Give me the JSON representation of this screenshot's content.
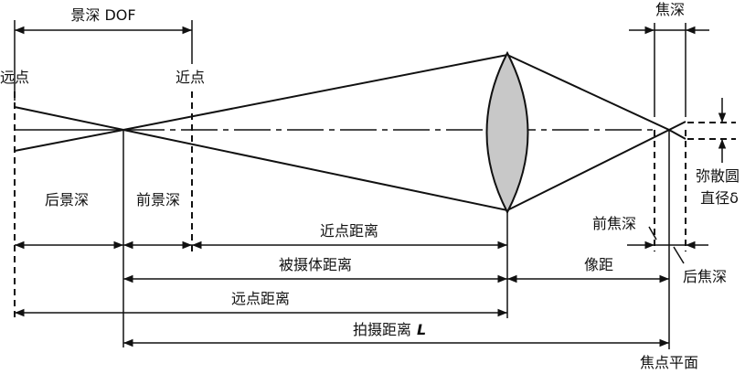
{
  "labels": {
    "dof": "景深 DOF",
    "far_point": "远点",
    "near_point": "近点",
    "focus_depth": "焦深",
    "rear_dof": "后景深",
    "front_dof": "前景深",
    "near_distance": "近点距离",
    "subject_distance": "被摄体距离",
    "image_distance": "像距",
    "far_distance": "远点距离",
    "shooting_distance": "拍摄距离",
    "shooting_distance_symbol": "L",
    "front_focus_depth": "前焦深",
    "rear_focus_depth": "后焦深",
    "coc_line1": "弥散圆",
    "coc_line2": "直径δ",
    "focal_plane": "焦点平面"
  },
  "colors": {
    "lens_fill": "#c8c8c8",
    "line": "#111111"
  }
}
